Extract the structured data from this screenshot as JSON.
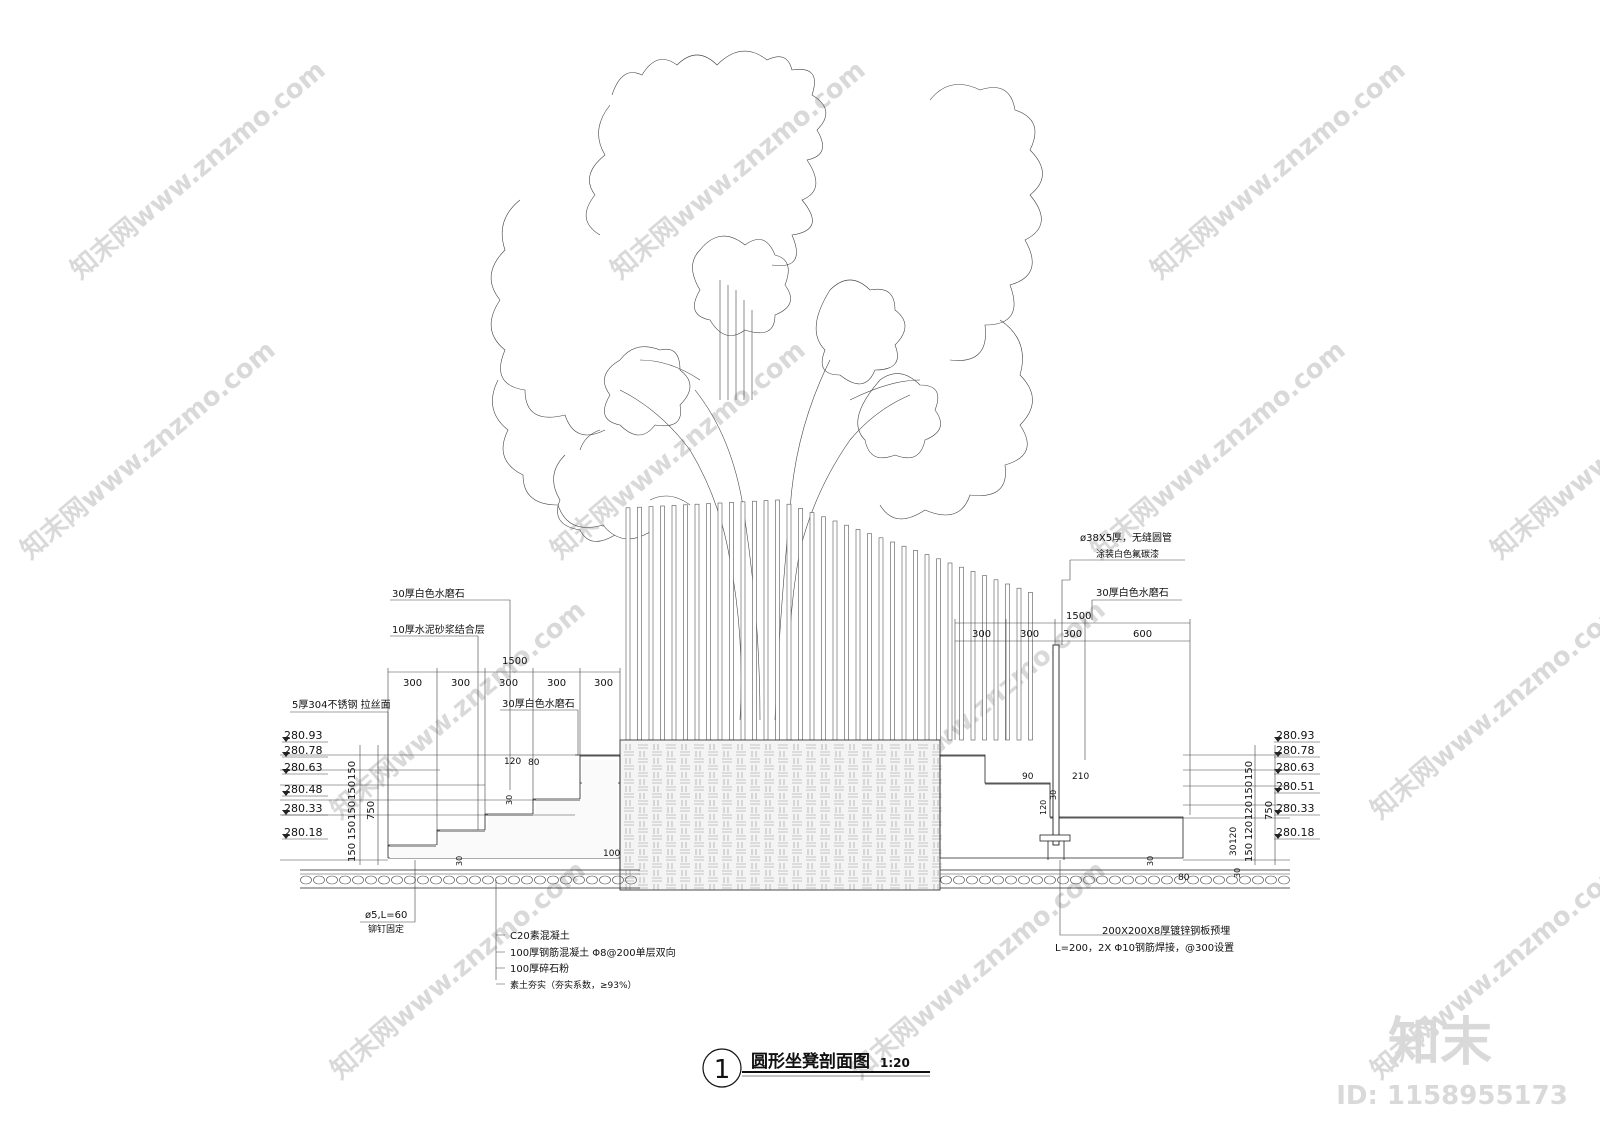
{
  "drawing": {
    "title": "圆形坐凳剖面图",
    "scale": "1:20",
    "number": "1"
  },
  "left_elevations": [
    "280.93",
    "280.78",
    "280.63",
    "280.48",
    "280.33",
    "280.18"
  ],
  "right_elevations": [
    "280.93",
    "280.78",
    "280.63",
    "280.51",
    "280.33",
    "280.18"
  ],
  "left_dims": {
    "top": "1500",
    "segments": [
      "300",
      "300",
      "300",
      "300",
      "300"
    ],
    "vertical": [
      "150",
      "150",
      "150",
      "150",
      "150"
    ],
    "total_height": "750",
    "small": [
      "120",
      "80",
      "30",
      "30",
      "100"
    ]
  },
  "right_dims": {
    "top": "1500",
    "segments": [
      "300",
      "300",
      "300",
      "600"
    ],
    "vertical": [
      "150",
      "150",
      "120",
      "120",
      "150"
    ],
    "total_height": "750",
    "small": [
      "90",
      "210",
      "120",
      "30",
      "120",
      "30",
      "80",
      "30",
      "30"
    ]
  },
  "left_labels": {
    "terrazzo_top": "30厚白色水磨石",
    "mortar": "10厚水泥砂浆结合层",
    "terrazzo_step": "30厚白色水磨石",
    "steel": "5厚304不锈钢  拉丝面",
    "anchor_1": "ø5,L=60",
    "anchor_2": "铆钉固定"
  },
  "foundation_labels": [
    "C20素混凝土",
    "100厚钢筋混凝土 Φ8@200单层双向",
    "100厚碎石粉",
    "素土夯实（夯实系数，≥93%）"
  ],
  "right_labels": {
    "pipe_1": "ø38X5厚，无缝圆管",
    "pipe_2": "涂装白色氟碳漆",
    "terrazzo": "30厚白色水磨石",
    "plate_1": "200X200X8厚镀锌钢板预埋",
    "plate_2": "L=200，2X Φ10钢筋焊接，@300设置"
  },
  "watermark": {
    "text": "知末网www.znzmo.com",
    "logo": "知末",
    "id": "ID: 1158955173"
  }
}
